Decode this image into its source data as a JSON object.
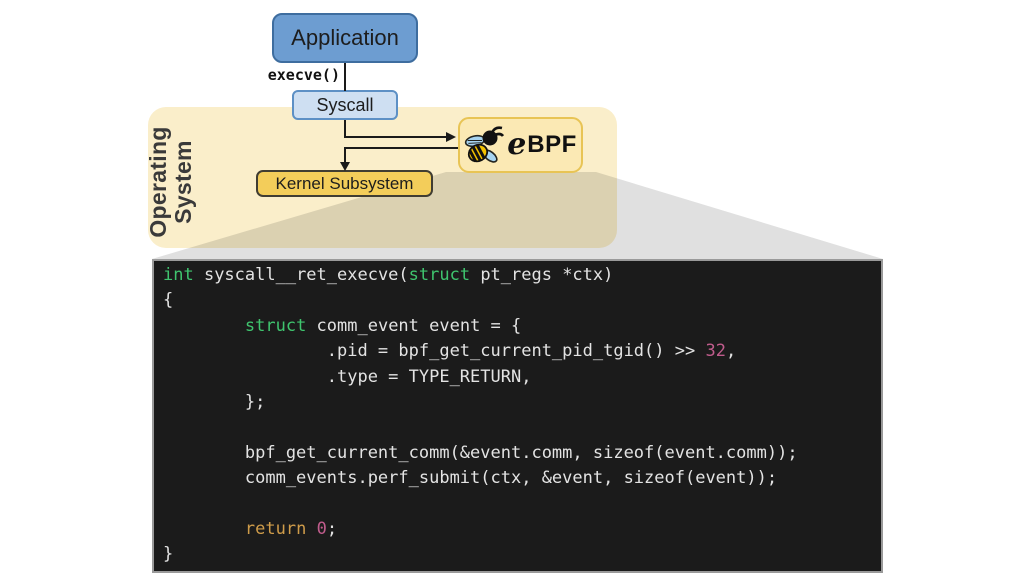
{
  "diagram": {
    "application_label": "Application",
    "execve_label": "execve()",
    "syscall_label": "Syscall",
    "os_label_line1": "Operating",
    "os_label_line2": "System",
    "kernel_label": "Kernel Subsystem",
    "ebpf_label_e": "e",
    "ebpf_label_bpf": "BPF",
    "icons": {
      "ebpf_logo": "bee-icon"
    },
    "colors": {
      "application_fill": "#6d9dd1",
      "application_border": "#3e6d9f",
      "syscall_fill": "#cedff2",
      "syscall_border": "#5d90c5",
      "os_fill": "#faeeca",
      "kernel_fill": "#f3cd5a",
      "kernel_border": "#403d32",
      "ebpf_fill": "#fbe9b4",
      "ebpf_border": "#e8c455",
      "arrow": "#1a1a1a",
      "zoom_wedge": "#e0e0e0",
      "code_background": "#1b1b1b"
    }
  },
  "code_block": {
    "token_colors": {
      "k": "#3fc46e",
      "n": "#c05c8c",
      "r": "#cf9c4a",
      "p": "#e3e3e3"
    },
    "lines": [
      [
        [
          "k",
          "int"
        ],
        [
          "p",
          " syscall__ret_execve("
        ],
        [
          "k",
          "struct"
        ],
        [
          "p",
          " pt_regs *ctx)"
        ]
      ],
      [
        [
          "p",
          "{"
        ]
      ],
      [
        [
          "p",
          "        "
        ],
        [
          "k",
          "struct"
        ],
        [
          "p",
          " comm_event event = {"
        ]
      ],
      [
        [
          "p",
          "                .pid = bpf_get_current_pid_tgid() >> "
        ],
        [
          "n",
          "32"
        ],
        [
          "p",
          ","
        ]
      ],
      [
        [
          "p",
          "                .type = TYPE_RETURN,"
        ]
      ],
      [
        [
          "p",
          "        };"
        ]
      ],
      [
        [
          "p",
          ""
        ]
      ],
      [
        [
          "p",
          "        bpf_get_current_comm(&event.comm, sizeof(event.comm));"
        ]
      ],
      [
        [
          "p",
          "        comm_events.perf_submit(ctx, &event, sizeof(event));"
        ]
      ],
      [
        [
          "p",
          ""
        ]
      ],
      [
        [
          "p",
          "        "
        ],
        [
          "r",
          "return"
        ],
        [
          "p",
          " "
        ],
        [
          "n",
          "0"
        ],
        [
          "p",
          ";"
        ]
      ],
      [
        [
          "p",
          "}"
        ]
      ]
    ]
  }
}
